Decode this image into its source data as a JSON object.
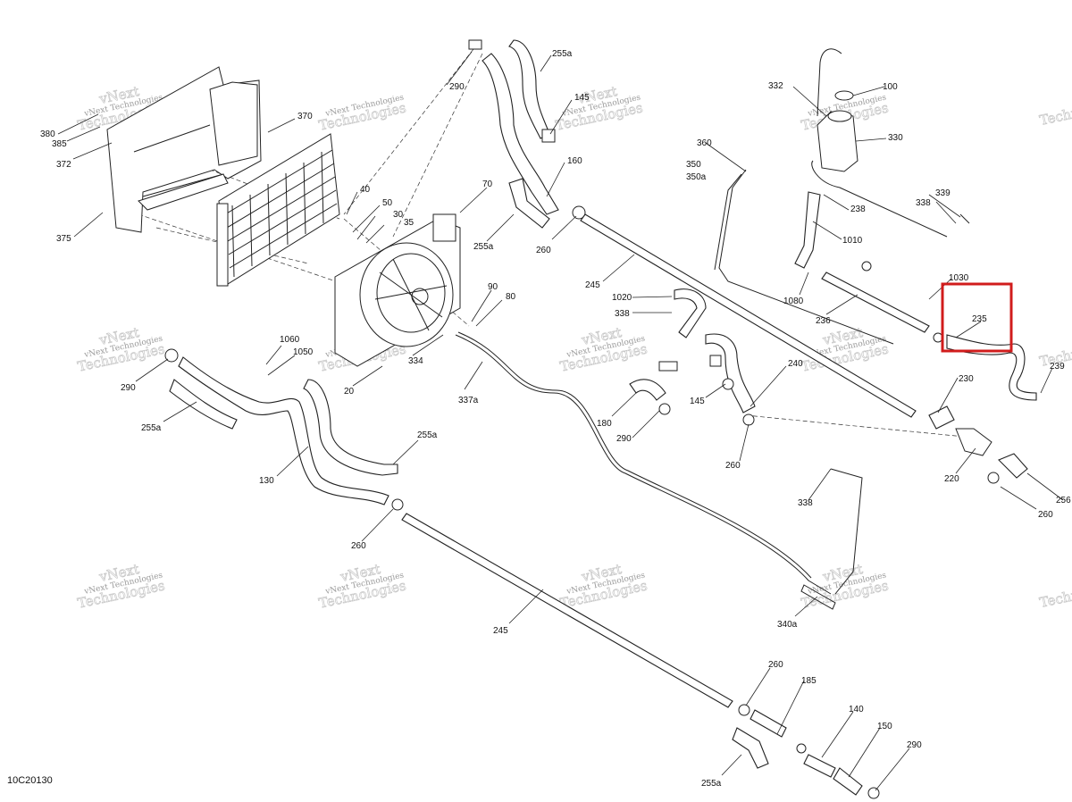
{
  "diagram": {
    "reference_code": "10C20130",
    "watermark": {
      "line1": "vNext Technologies",
      "line2": "vNext",
      "line3": "Technologies"
    },
    "highlight": {
      "part": "235",
      "color": "#d11c1c"
    },
    "part_labels": [
      {
        "id": "380",
        "text": "380"
      },
      {
        "id": "385",
        "text": "385"
      },
      {
        "id": "372",
        "text": "372"
      },
      {
        "id": "375",
        "text": "375"
      },
      {
        "id": "370",
        "text": "370"
      },
      {
        "id": "290-a",
        "text": "290"
      },
      {
        "id": "255a-a",
        "text": "255a"
      },
      {
        "id": "145-a",
        "text": "145"
      },
      {
        "id": "160",
        "text": "160"
      },
      {
        "id": "40",
        "text": "40"
      },
      {
        "id": "50",
        "text": "50"
      },
      {
        "id": "30",
        "text": "30"
      },
      {
        "id": "35",
        "text": "35"
      },
      {
        "id": "70",
        "text": "70"
      },
      {
        "id": "255a-b",
        "text": "255a"
      },
      {
        "id": "260-a",
        "text": "260"
      },
      {
        "id": "245-a",
        "text": "245"
      },
      {
        "id": "90",
        "text": "90"
      },
      {
        "id": "80",
        "text": "80"
      },
      {
        "id": "1060",
        "text": "1060"
      },
      {
        "id": "1050",
        "text": "1050"
      },
      {
        "id": "290-b",
        "text": "290"
      },
      {
        "id": "20",
        "text": "20"
      },
      {
        "id": "334",
        "text": "334"
      },
      {
        "id": "337a",
        "text": "337a"
      },
      {
        "id": "255a-c",
        "text": "255a"
      },
      {
        "id": "255a-d",
        "text": "255a"
      },
      {
        "id": "130",
        "text": "130"
      },
      {
        "id": "260-b",
        "text": "260"
      },
      {
        "id": "245-b",
        "text": "245"
      },
      {
        "id": "1020",
        "text": "1020"
      },
      {
        "id": "338-a",
        "text": "338"
      },
      {
        "id": "180",
        "text": "180"
      },
      {
        "id": "290-c",
        "text": "290"
      },
      {
        "id": "145-b",
        "text": "145"
      },
      {
        "id": "240",
        "text": "240"
      },
      {
        "id": "260-c",
        "text": "260"
      },
      {
        "id": "332",
        "text": "332"
      },
      {
        "id": "100",
        "text": "100"
      },
      {
        "id": "330",
        "text": "330"
      },
      {
        "id": "360",
        "text": "360"
      },
      {
        "id": "350",
        "text": "350"
      },
      {
        "id": "350a",
        "text": "350a"
      },
      {
        "id": "238",
        "text": "238"
      },
      {
        "id": "339",
        "text": "339"
      },
      {
        "id": "338-b",
        "text": "338"
      },
      {
        "id": "1010",
        "text": "1010"
      },
      {
        "id": "1080",
        "text": "1080"
      },
      {
        "id": "236",
        "text": "236"
      },
      {
        "id": "1030",
        "text": "1030"
      },
      {
        "id": "235",
        "text": "235"
      },
      {
        "id": "239",
        "text": "239"
      },
      {
        "id": "230",
        "text": "230"
      },
      {
        "id": "220",
        "text": "220"
      },
      {
        "id": "256",
        "text": "256"
      },
      {
        "id": "260-d",
        "text": "260"
      },
      {
        "id": "338-c",
        "text": "338"
      },
      {
        "id": "340a",
        "text": "340a"
      },
      {
        "id": "260-e",
        "text": "260"
      },
      {
        "id": "185",
        "text": "185"
      },
      {
        "id": "140",
        "text": "140"
      },
      {
        "id": "150",
        "text": "150"
      },
      {
        "id": "290-d",
        "text": "290"
      },
      {
        "id": "255a-e",
        "text": "255a"
      }
    ]
  }
}
